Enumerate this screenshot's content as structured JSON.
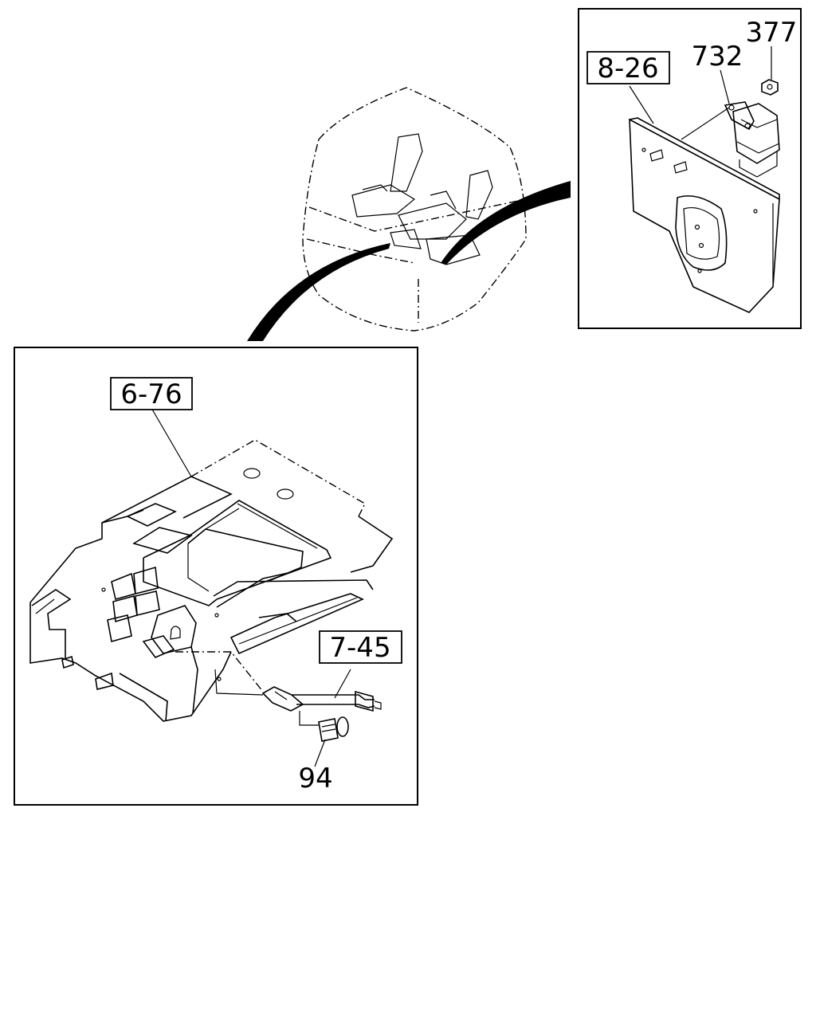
{
  "callouts": {
    "ref_8_26": "8-26",
    "part_732": "732",
    "part_377": "377",
    "ref_6_76": "6-76",
    "ref_7_45": "7-45",
    "part_94": "94"
  }
}
